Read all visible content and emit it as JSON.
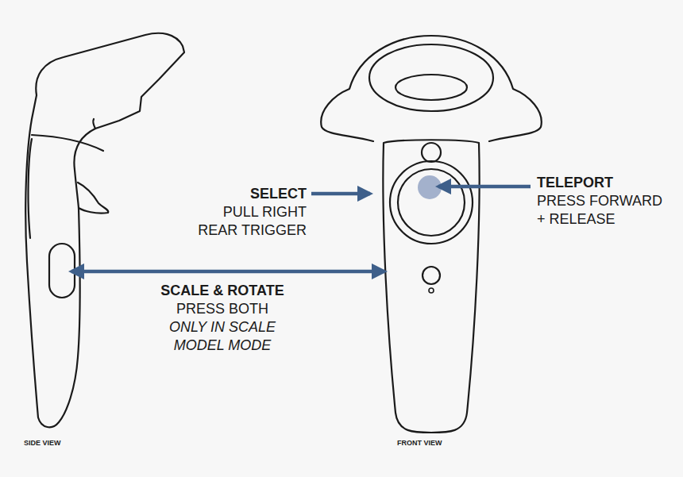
{
  "diagram": {
    "labels": [
      "SELECT",
      "PULL RIGHT REAR TRIGGER",
      "TELEPORT",
      "PRESS FORWARD + RELEASE",
      "SCALE & ROTATE",
      "PRESS BOTH",
      "ONLY IN SCALE MODEL MODE",
      "SIDE VIEW",
      "FRONT VIEW"
    ]
  }
}
